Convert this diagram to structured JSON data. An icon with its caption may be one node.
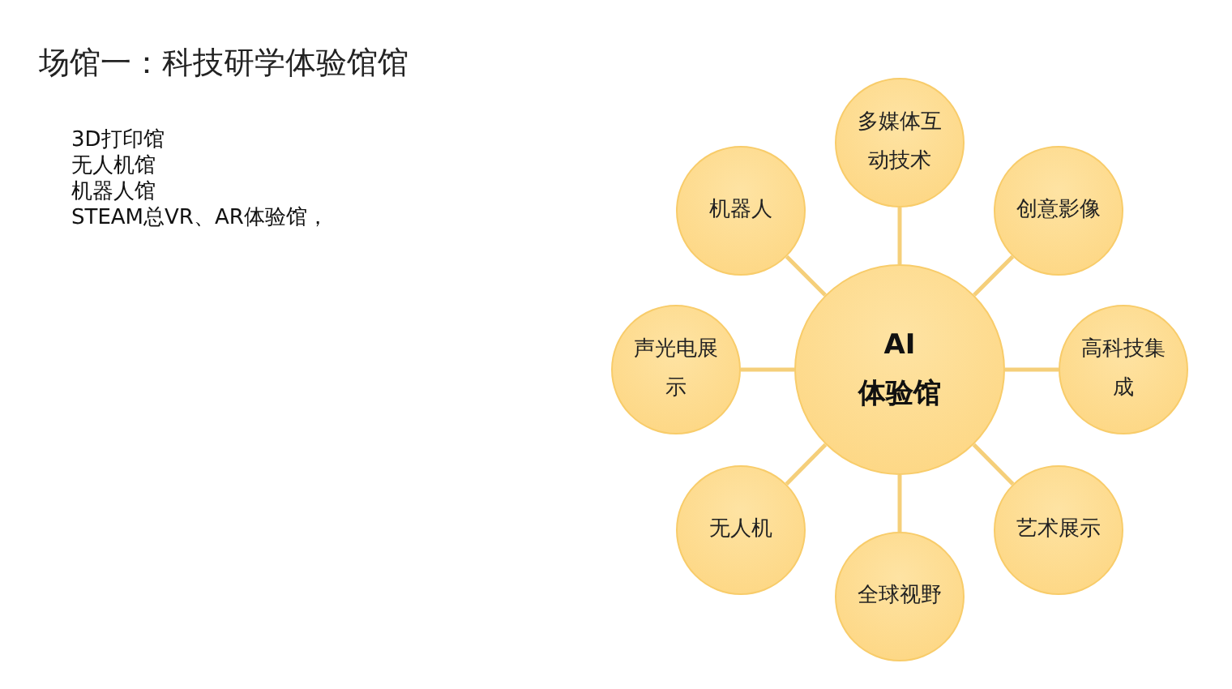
{
  "diagram": {
    "title": "场馆一：科技研学体验馆馆",
    "nodes": [
      {
        "text": [
          "AI",
          "体验馆"
        ]
      },
      {
        "text": [
          "多媒体互动技术"
        ]
      },
      {
        "text": [
          "创意影像"
        ]
      },
      {
        "text": [
          "高科技集成"
        ]
      },
      {
        "text": [
          "艺术展示"
        ]
      },
      {
        "text": [
          "全球视野"
        ]
      },
      {
        "text": [
          "无人机"
        ]
      },
      {
        "text": [
          "声光电展示"
        ]
      },
      {
        "text": [
          "机器人"
        ]
      }
    ],
    "edges": [
      {
        "from": 0,
        "to": 1,
        "arrow": "none"
      },
      {
        "from": 0,
        "to": 2,
        "arrow": "none"
      },
      {
        "from": 0,
        "to": 3,
        "arrow": "none"
      },
      {
        "from": 0,
        "to": 4,
        "arrow": "none"
      },
      {
        "from": 0,
        "to": 5,
        "arrow": "none"
      },
      {
        "from": 0,
        "to": 6,
        "arrow": "none"
      },
      {
        "from": 0,
        "to": 7,
        "arrow": "none"
      },
      {
        "from": 0,
        "to": 8,
        "arrow": "none"
      }
    ],
    "labels": [
      "3D打印馆",
      "无人机馆",
      "机器人馆",
      "STEAM总VR、AR体验馆，"
    ]
  }
}
